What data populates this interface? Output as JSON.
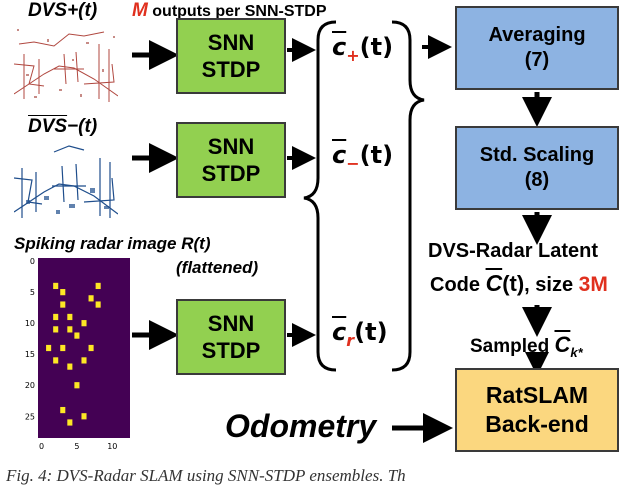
{
  "inputs": {
    "dvs_plus_label": "DVS",
    "dvs_plus_suffix": "+(t)",
    "dvs_minus_label": "DVS",
    "dvs_minus_suffix": "−(t)",
    "radar_label": "Spiking radar image R(t)",
    "radar_sublabel": "(flattened)",
    "odometry": "Odometry"
  },
  "note": {
    "m_symbol": "M",
    "text": "outputs per SNN-STDP"
  },
  "snn": {
    "line1": "SNN",
    "line2": "STDP"
  },
  "latents": {
    "c_plus_sub": "+",
    "c_minus_sub": "−",
    "c_r_sub": "r",
    "c_symbol": "c",
    "arg": "(t)"
  },
  "blocks": {
    "averaging": "Averaging",
    "averaging_eq": "(7)",
    "std_scaling": "Std. Scaling",
    "std_scaling_eq": "(8)",
    "ratslam_line1": "RatSLAM",
    "ratslam_line2": "Back-end"
  },
  "latent_code": {
    "line1": "DVS-Radar Latent",
    "line2_prefix": "Code ",
    "c_symbol": "C",
    "arg": "(t)",
    "size_text": ", size ",
    "size_value": "3M"
  },
  "sampled": {
    "prefix": "Sampled ",
    "c_symbol": "C",
    "sub": "k*"
  },
  "caption": "Fig. 4: DVS-Radar SLAM using SNN-STDP ensembles. Th",
  "radar_axes": {
    "y_ticks": [
      "0",
      "5",
      "10",
      "15",
      "20",
      "25"
    ],
    "x_ticks": [
      "0",
      "5",
      "10"
    ]
  },
  "colors": {
    "green": "#92d050",
    "blue": "#8db3e2",
    "yellow": "#fbd77f",
    "accent_red": "#e0301e",
    "radar_bg": "#440154",
    "radar_spike": "#fde725"
  }
}
